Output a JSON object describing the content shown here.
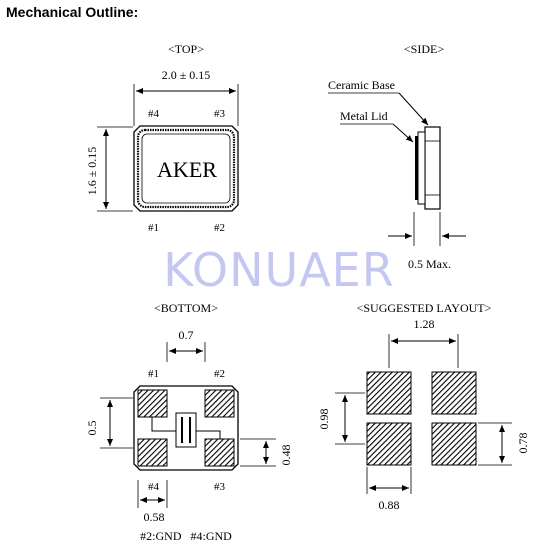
{
  "heading": "Mechanical Outline:",
  "watermark": "KONUAER",
  "top_view": {
    "title": "<TOP>",
    "width_dim": "2.0 ± 0.15",
    "height_dim": "1.6 ± 0.15",
    "marking": "AKER",
    "pins": [
      "#4",
      "#3",
      "#1",
      "#2"
    ]
  },
  "side_view": {
    "title": "<SIDE>",
    "ceramic_label": "Ceramic Base",
    "lid_label": "Metal Lid",
    "height_dim": "0.5 Max."
  },
  "bottom_view": {
    "title": "<BOTTOM>",
    "pitch_dim": "0.7",
    "pad_v_dim": "0.5",
    "pad_h_dim": "0.48",
    "pad_w_dim": "0.58",
    "pins": [
      "#1",
      "#2",
      "#4",
      "#3"
    ],
    "note": "#2:GND   #4:GND"
  },
  "layout_view": {
    "title": "<SUGGESTED LAYOUT>",
    "width_dim": "1.28",
    "height_dim": "0.98",
    "pad_h_dim": "0.78",
    "pad_w_dim": "0.88"
  },
  "colors": {
    "watermark": "#9fa6e8",
    "line": "#000000"
  }
}
